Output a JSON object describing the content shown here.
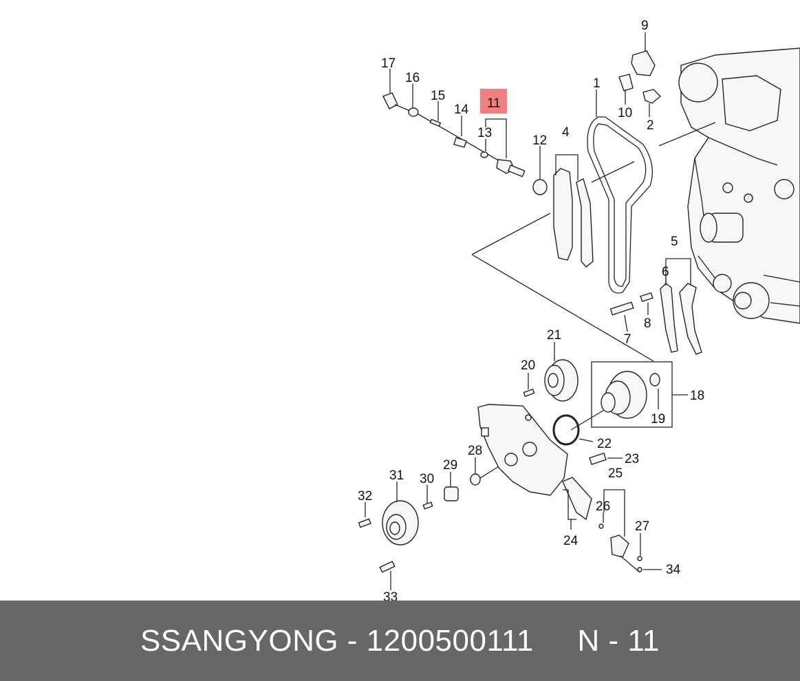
{
  "diagram": {
    "highlighted_callout": "11",
    "highlight_color": "#f08080",
    "labels": {
      "l1": "1",
      "l2": "2",
      "l4": "4",
      "l5": "5",
      "l6": "6",
      "l7": "7",
      "l8": "8",
      "l9": "9",
      "l10": "10",
      "l11": "11",
      "l12": "12",
      "l13": "13",
      "l14": "14",
      "l15": "15",
      "l16": "16",
      "l17": "17",
      "l18": "18",
      "l19": "19",
      "l20": "20",
      "l21": "21",
      "l22": "22",
      "l23": "23",
      "l24": "24",
      "l25": "25",
      "l26": "26",
      "l27": "27",
      "l28": "28",
      "l29": "29",
      "l30": "30",
      "l31": "31",
      "l32": "32",
      "l33": "33",
      "l34": "34"
    }
  },
  "footer": {
    "text": "SSANGYONG - 1200500111     N - 11",
    "background_color": "#676767"
  }
}
